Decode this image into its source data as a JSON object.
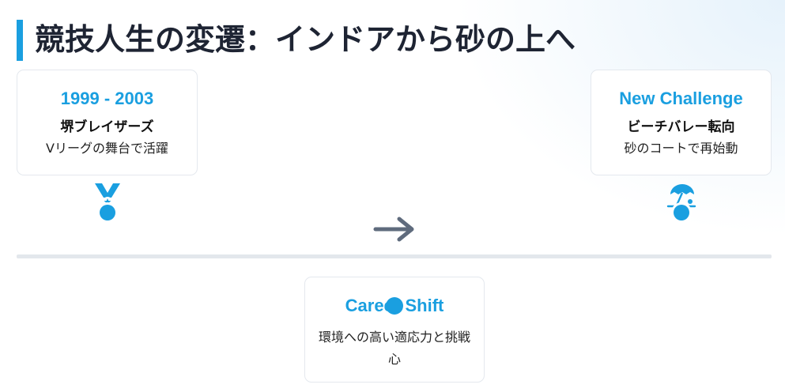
{
  "title": "競技人生の変遷：インドアから砂の上へ",
  "colors": {
    "accent": "#1a9fe0",
    "timeline": "#e3e7ec",
    "arrow": "#5f6b7d"
  },
  "cards": {
    "left": {
      "year": "1999 - 2003",
      "sub": "堺ブレイザーズ",
      "desc": "Vリーグの舞台で活躍",
      "icon": "medal-icon"
    },
    "right": {
      "year": "New Challenge",
      "sub": "ビーチバレー転向",
      "desc": "砂のコートで再始動",
      "icon": "beach-umbrella-icon"
    },
    "center": {
      "year": "Career Shift",
      "desc": "環境への高い適応力と挑戦心"
    }
  },
  "arrow_icon": "arrow-right-icon"
}
